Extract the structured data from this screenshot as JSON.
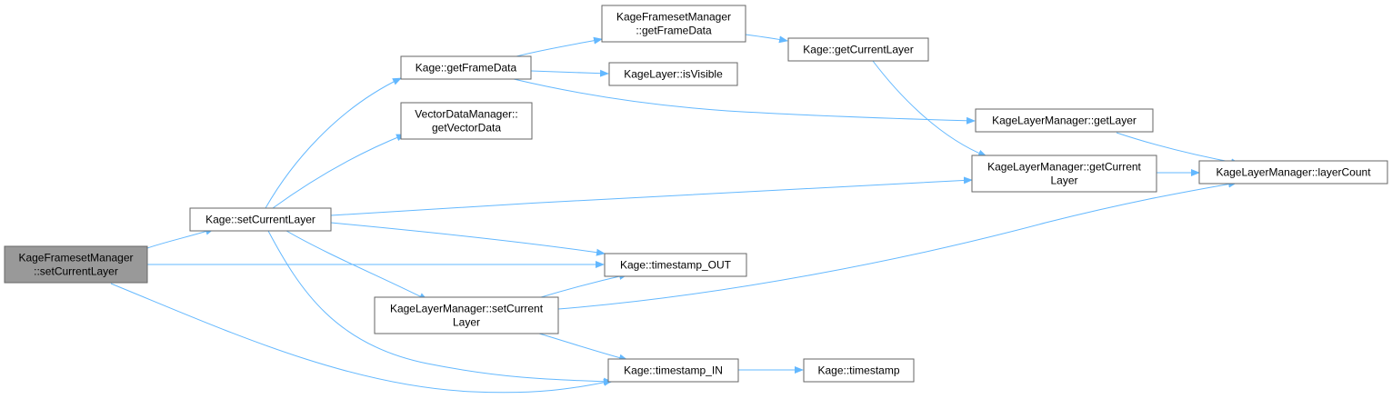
{
  "colors": {
    "edge": "#63b8ff",
    "node_border": "#666666",
    "root_fill": "#999999",
    "node_fill": "#ffffff"
  },
  "nodes": {
    "kfm_setcurrentlayer": {
      "lines": [
        "KageFramesetManager",
        "::setCurrentLayer"
      ],
      "root": true
    },
    "kage_setcurrentlayer": {
      "lines": [
        "Kage::setCurrentLayer"
      ]
    },
    "kage_getframedata": {
      "lines": [
        "Kage::getFrameData"
      ]
    },
    "vdm_getvectordata": {
      "lines": [
        "VectorDataManager::",
        "getVectorData"
      ]
    },
    "klm_setcurrentlayer": {
      "lines": [
        "KageLayerManager::setCurrent",
        "Layer"
      ]
    },
    "kfm_getframedata": {
      "lines": [
        "KageFramesetManager",
        "::getFrameData"
      ]
    },
    "kagelayer_isvisible": {
      "lines": [
        "KageLayer::isVisible"
      ]
    },
    "kage_timestamp_out": {
      "lines": [
        "Kage::timestamp_OUT"
      ]
    },
    "kage_timestamp_in": {
      "lines": [
        "Kage::timestamp_IN"
      ]
    },
    "kage_getcurrentlayer": {
      "lines": [
        "Kage::getCurrentLayer"
      ]
    },
    "klm_getlayer": {
      "lines": [
        "KageLayerManager::getLayer"
      ]
    },
    "klm_getcurrentlayer": {
      "lines": [
        "KageLayerManager::getCurrent",
        "Layer"
      ]
    },
    "kage_timestamp": {
      "lines": [
        "Kage::timestamp"
      ]
    },
    "klm_layercount": {
      "lines": [
        "KageLayerManager::layerCount"
      ]
    }
  },
  "edges": [
    {
      "from": "kfm_setcurrentlayer",
      "to": "kage_setcurrentlayer"
    },
    {
      "from": "kfm_setcurrentlayer",
      "to": "kage_timestamp_out"
    },
    {
      "from": "kfm_setcurrentlayer",
      "to": "kage_timestamp_in"
    },
    {
      "from": "kage_setcurrentlayer",
      "to": "kage_getframedata"
    },
    {
      "from": "kage_setcurrentlayer",
      "to": "vdm_getvectordata"
    },
    {
      "from": "kage_setcurrentlayer",
      "to": "klm_getcurrentlayer"
    },
    {
      "from": "kage_setcurrentlayer",
      "to": "kage_timestamp_out"
    },
    {
      "from": "kage_setcurrentlayer",
      "to": "klm_setcurrentlayer"
    },
    {
      "from": "kage_setcurrentlayer",
      "to": "kage_timestamp_in"
    },
    {
      "from": "kage_getframedata",
      "to": "kfm_getframedata"
    },
    {
      "from": "kage_getframedata",
      "to": "kagelayer_isvisible"
    },
    {
      "from": "kage_getframedata",
      "to": "klm_getlayer"
    },
    {
      "from": "kfm_getframedata",
      "to": "kage_getcurrentlayer"
    },
    {
      "from": "kage_getcurrentlayer",
      "to": "klm_getcurrentlayer"
    },
    {
      "from": "klm_getlayer",
      "to": "klm_layercount"
    },
    {
      "from": "klm_getcurrentlayer",
      "to": "klm_layercount"
    },
    {
      "from": "klm_setcurrentlayer",
      "to": "kage_timestamp_out"
    },
    {
      "from": "klm_setcurrentlayer",
      "to": "klm_layercount"
    },
    {
      "from": "klm_setcurrentlayer",
      "to": "kage_timestamp_in"
    },
    {
      "from": "kage_timestamp_in",
      "to": "kage_timestamp"
    }
  ]
}
